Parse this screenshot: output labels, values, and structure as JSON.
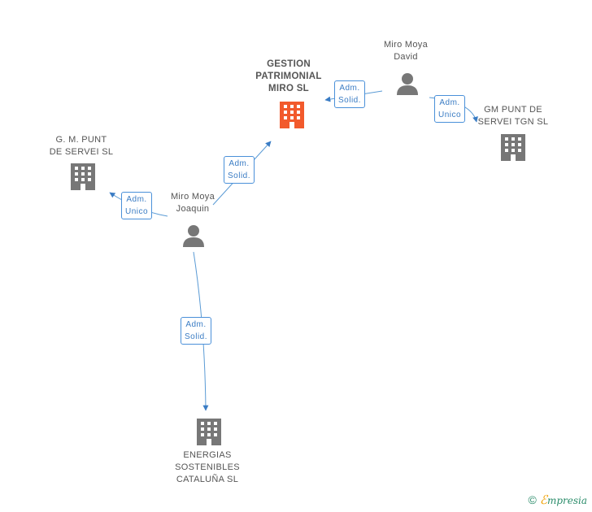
{
  "colors": {
    "accent": "#f25a2c",
    "node": "#777777",
    "edge": "#3a7cc4",
    "edge_line": "#5b9bd5"
  },
  "nodes": {
    "gestion": {
      "label": "GESTION\nPATRIMONIAL\nMIRO  SL",
      "icon": "building-icon"
    },
    "david": {
      "label": "Miro Moya\nDavid",
      "icon": "person-icon"
    },
    "gm_tgn": {
      "label": "GM PUNT DE\nSERVEI TGN  SL",
      "icon": "building-icon"
    },
    "gm_servei": {
      "label": "G. M. PUNT\nDE SERVEI SL",
      "icon": "building-icon"
    },
    "joaquin": {
      "label": "Miro Moya\nJoaquin",
      "icon": "person-icon"
    },
    "energias": {
      "label": "ENERGIAS\nSOSTENIBLES\nCATALUÑA SL",
      "icon": "building-icon"
    }
  },
  "relations": {
    "david_gestion": "Adm.\nSolid.",
    "david_gmtgn": "Adm.\nUnico",
    "joaquin_gestion": "Adm.\nSolid.",
    "joaquin_gmservei": "Adm.\nUnico",
    "joaquin_energias": "Adm.\nSolid."
  },
  "footer": {
    "copyright": "©",
    "brand_initial": "ℰ",
    "brand_rest": "mpresia"
  }
}
